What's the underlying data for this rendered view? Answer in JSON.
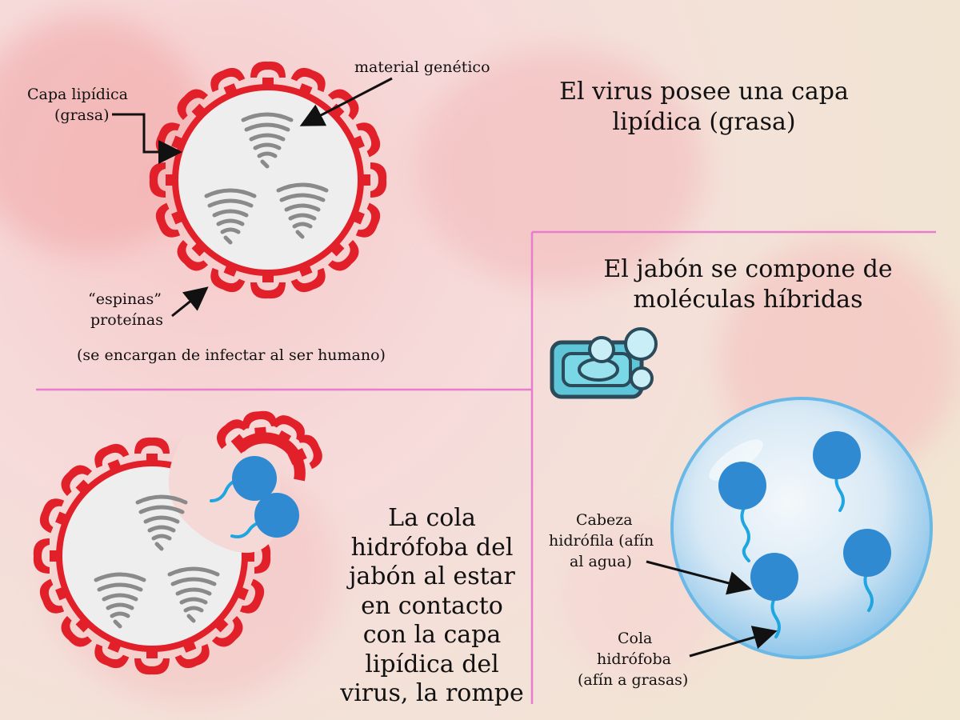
{
  "colors": {
    "spike_red": "#e2202a",
    "virus_body": "#eeeeef",
    "rna_gray": "#8a8a8a",
    "divider_pink": "#e87dd0",
    "soap_blue": "#2f8ad2",
    "soap_tail": "#1fa6e0"
  },
  "icons": [
    "virus-icon",
    "rna-coil-icon",
    "soap-bar-icon",
    "soap-bubble-icon",
    "soap-molecule-icon",
    "arrow-icon"
  ],
  "panel_virus": {
    "label_lipid": "Capa lipídica",
    "label_lipid2": "(grasa)",
    "label_genetic": "material genético",
    "label_spikes": "“espinas”",
    "label_spikes2": "proteínas",
    "label_infect": "(se encargan de infectar al ser humano)",
    "caption_line1": "El virus posee una capa",
    "caption_line2": "lipídica (grasa)"
  },
  "panel_soap": {
    "caption_line1": "El jabón se compone de",
    "caption_line2": "moléculas híbridas",
    "head_label1": "Cabeza",
    "head_label2": "hidrófila (afín",
    "head_label3": "al agua)",
    "tail_label1": "Cola",
    "tail_label2": "hidrófoba",
    "tail_label3": "(afín a grasas)"
  },
  "panel_break": {
    "lines": [
      "La cola",
      "hidrófoba del",
      "jabón al estar",
      "en contacto",
      "con la capa",
      "lipídica del",
      "virus, la rompe"
    ]
  }
}
